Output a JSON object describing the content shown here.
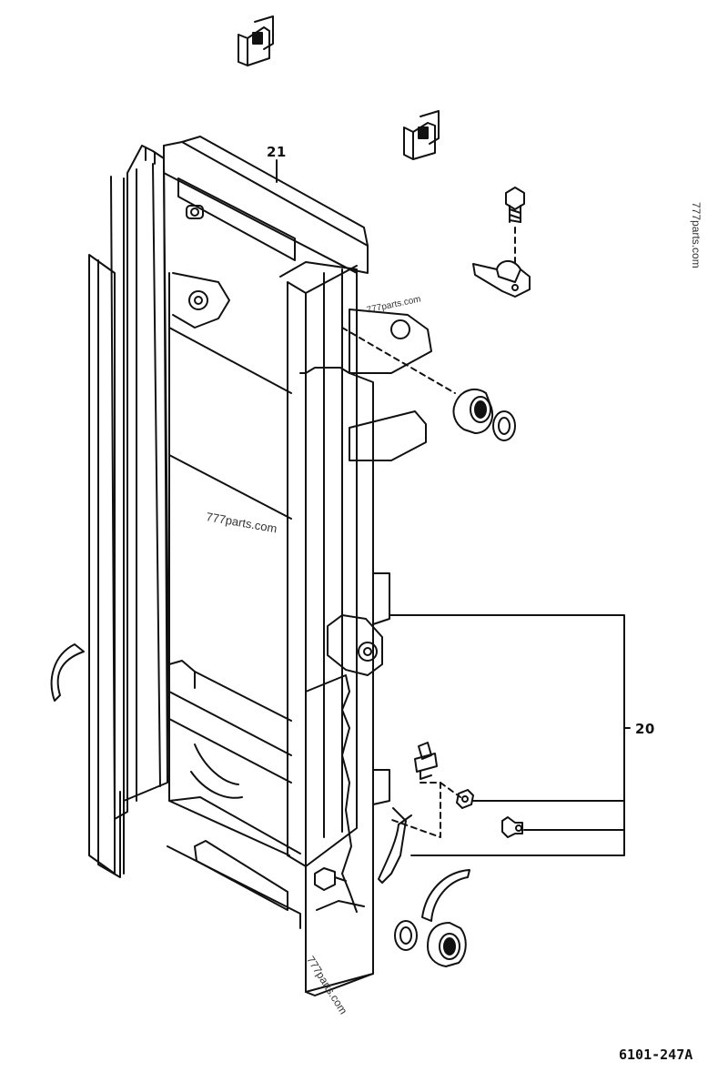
{
  "diagram": {
    "callouts": {
      "mast_assembly": "21",
      "roller_group": "20"
    },
    "drawing_code": "6101-247A",
    "watermarks": {
      "top_right": "777parts.com",
      "mast_top": "777parts.com",
      "center": "777parts.com",
      "bottom": "777parts.com"
    }
  }
}
